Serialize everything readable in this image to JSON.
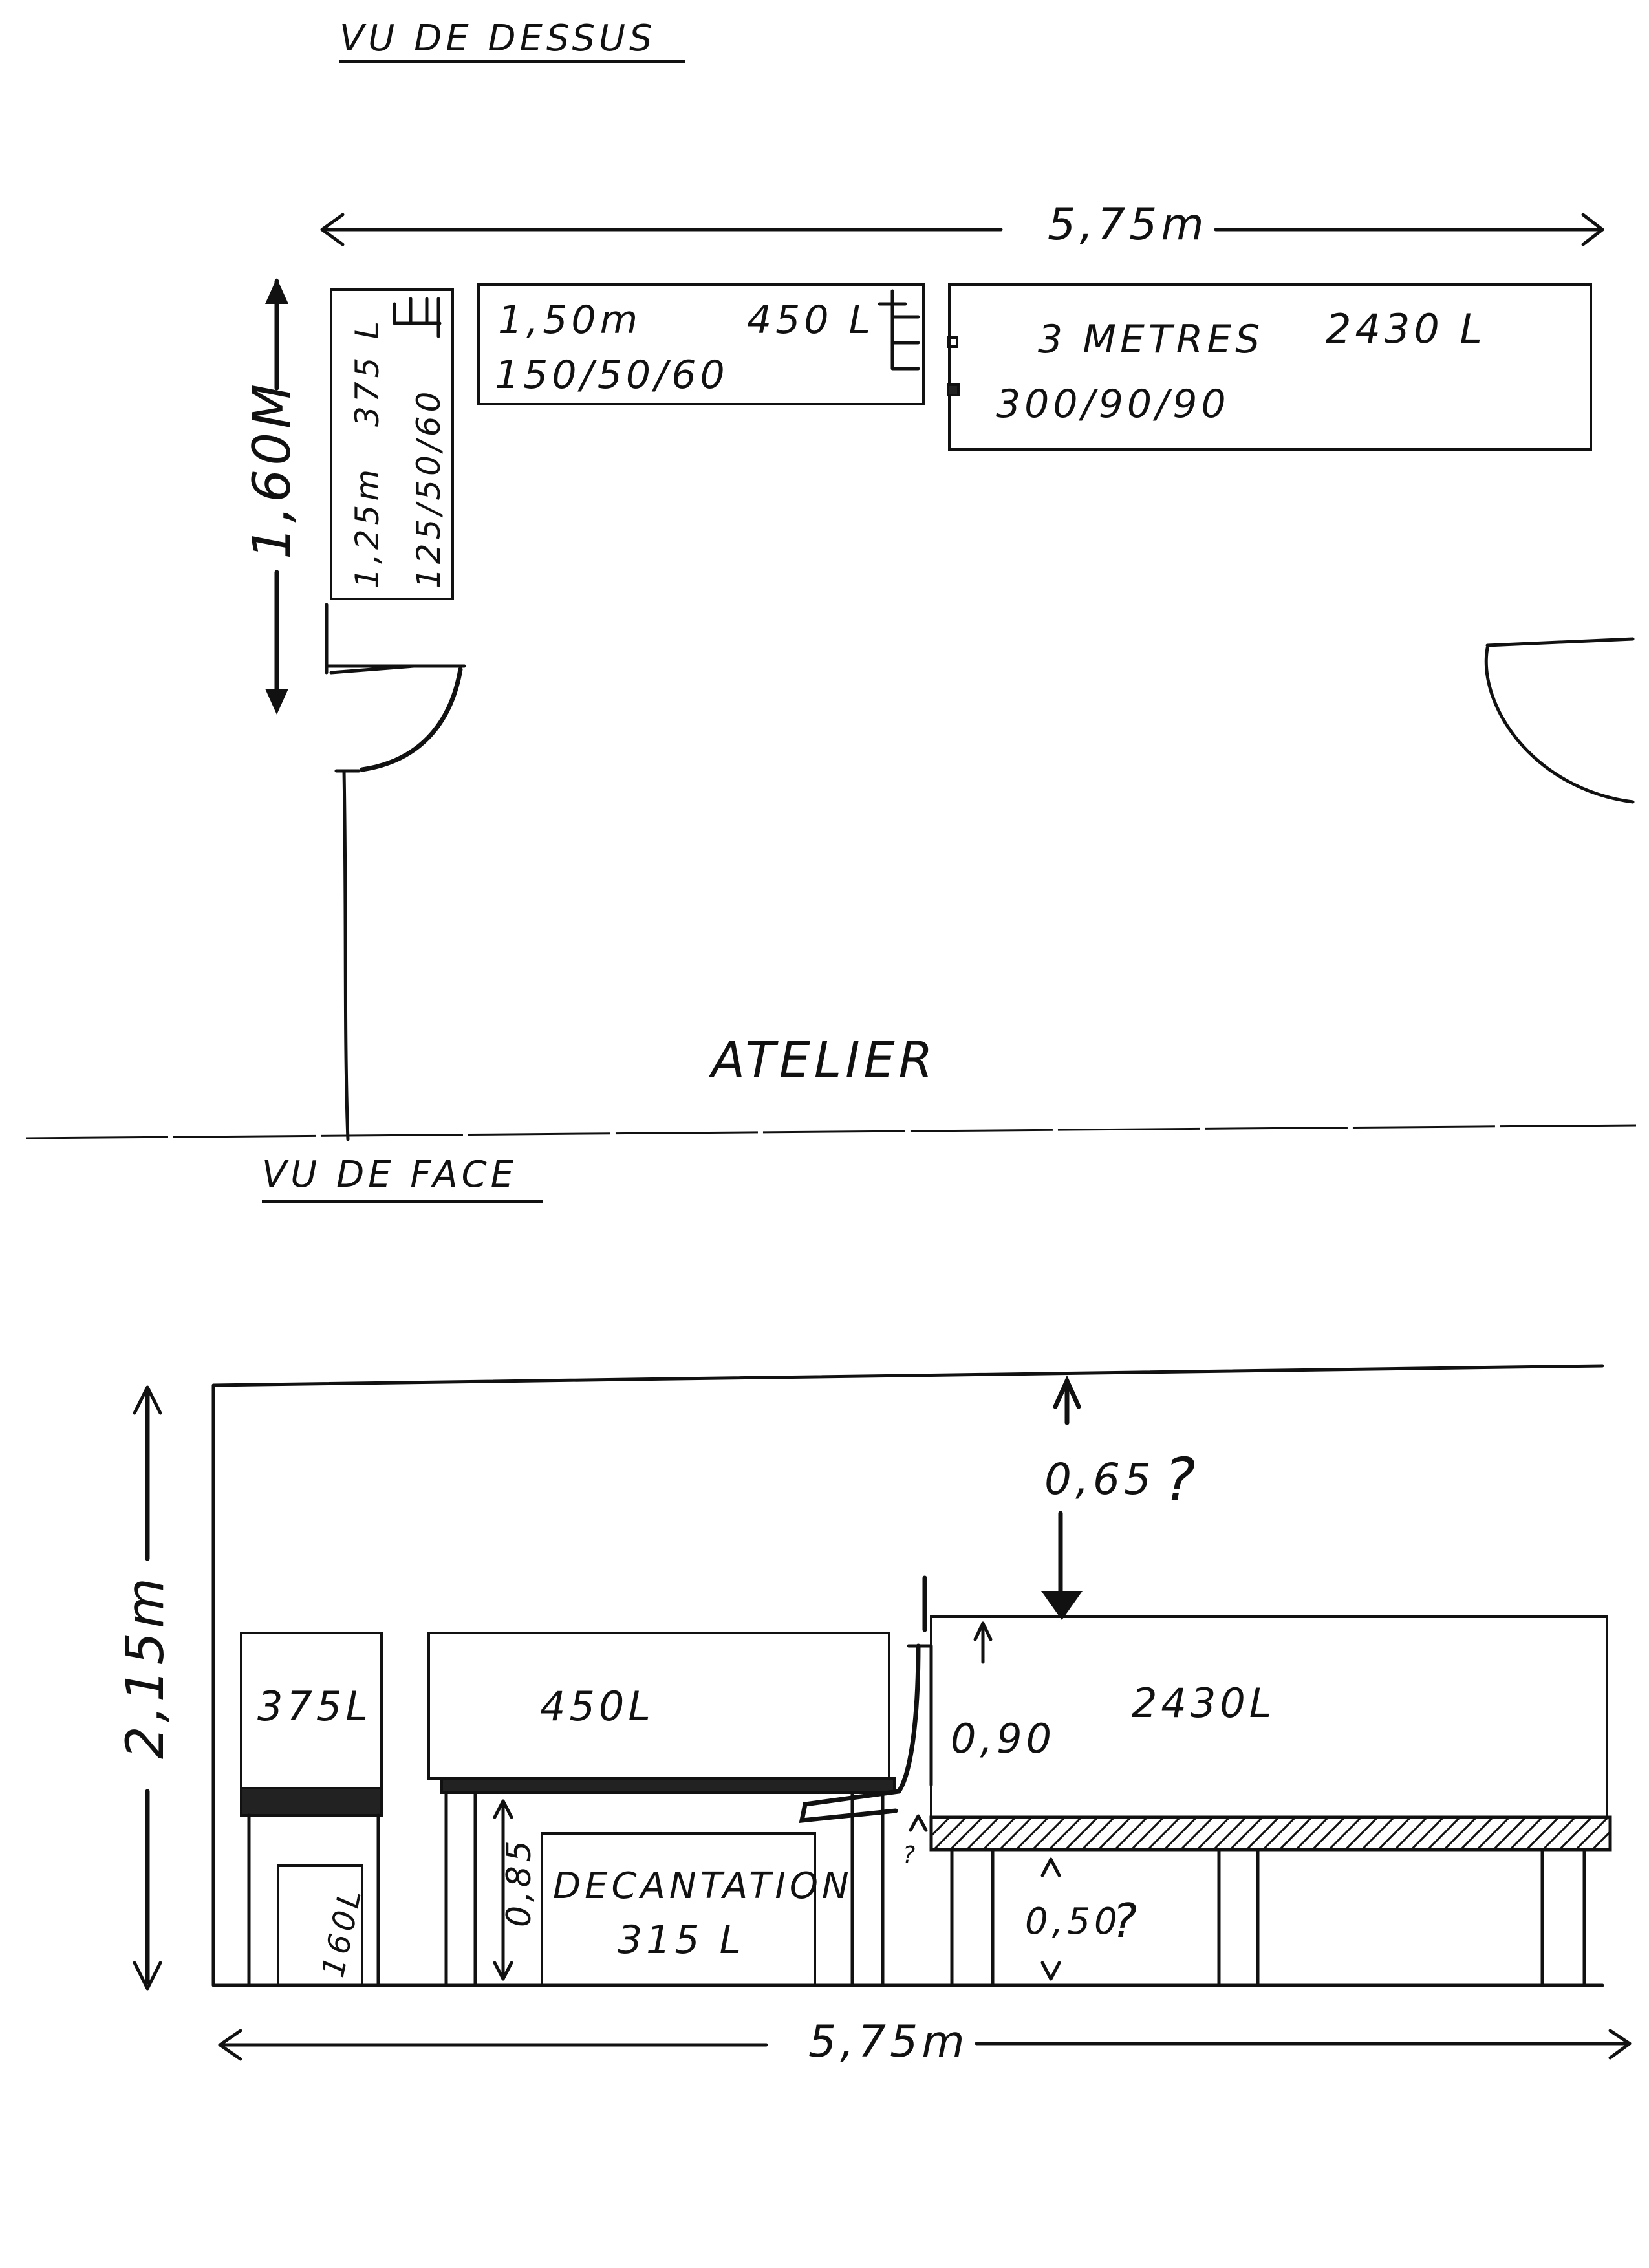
{
  "top_view": {
    "title": "VU DE DESSUS",
    "width_dim": "5,75m",
    "depth_dim": "1,60M",
    "room_label": "ATELIER",
    "tank_small": {
      "length": "1,25m",
      "capacity": "375 L",
      "dims": "125/50/60"
    },
    "tank_medium": {
      "length": "1,50m",
      "capacity": "450 L",
      "dims": "150/50/60"
    },
    "tank_large": {
      "length": "3 METRES",
      "capacity": "2430 L",
      "dims": "300/90/90"
    }
  },
  "front_view": {
    "title": "VU DE FACE",
    "height_dim": "2,15m",
    "width_dim": "5,75m",
    "gap_top": "0,65",
    "gap_top_mark": "?",
    "tank_large_height": "0,90",
    "stand_large_height": "0,50",
    "stand_large_mark": "?",
    "stand_medium_height": "0,85",
    "sump_label": "DECANTATION",
    "sump_capacity": "315 L",
    "small_bin": "160L",
    "tank_small": "375L",
    "tank_medium": "450L",
    "tank_large": "2430L",
    "small_mark": "?"
  }
}
